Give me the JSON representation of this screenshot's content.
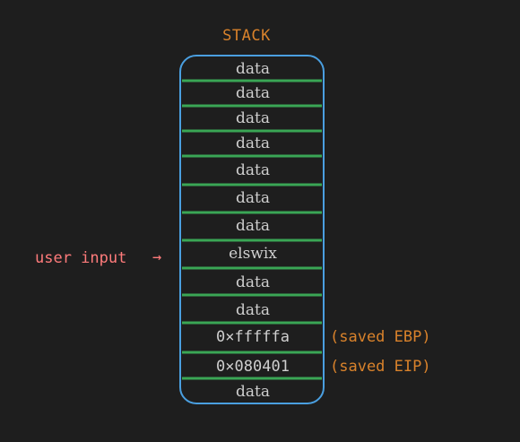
{
  "title": "STACK",
  "cells": [
    {
      "label": "data",
      "style": "hand"
    },
    {
      "label": "data",
      "style": "hand"
    },
    {
      "label": "data",
      "style": "hand"
    },
    {
      "label": "data",
      "style": "hand"
    },
    {
      "label": "data",
      "style": "hand"
    },
    {
      "label": "data",
      "style": "hand"
    },
    {
      "label": "data",
      "style": "hand"
    },
    {
      "label": "elswix",
      "style": "hand"
    },
    {
      "label": "data",
      "style": "hand"
    },
    {
      "label": "data",
      "style": "hand"
    },
    {
      "label": "0×fffffa",
      "style": "mono"
    },
    {
      "label": "0×080401",
      "style": "mono"
    },
    {
      "label": "data",
      "style": "hand"
    }
  ],
  "annotations": {
    "saved_ebp": "(saved EBP)",
    "saved_eip": "(saved EIP)"
  },
  "pointer": {
    "label": "user input",
    "arrow": "→"
  },
  "colors": {
    "border": "#4a9fe0",
    "divider": "#3aa655",
    "title": "#d9822b",
    "annotation": "#d9822b",
    "pointer": "#ff7b7b",
    "text": "#cfcfcf"
  }
}
